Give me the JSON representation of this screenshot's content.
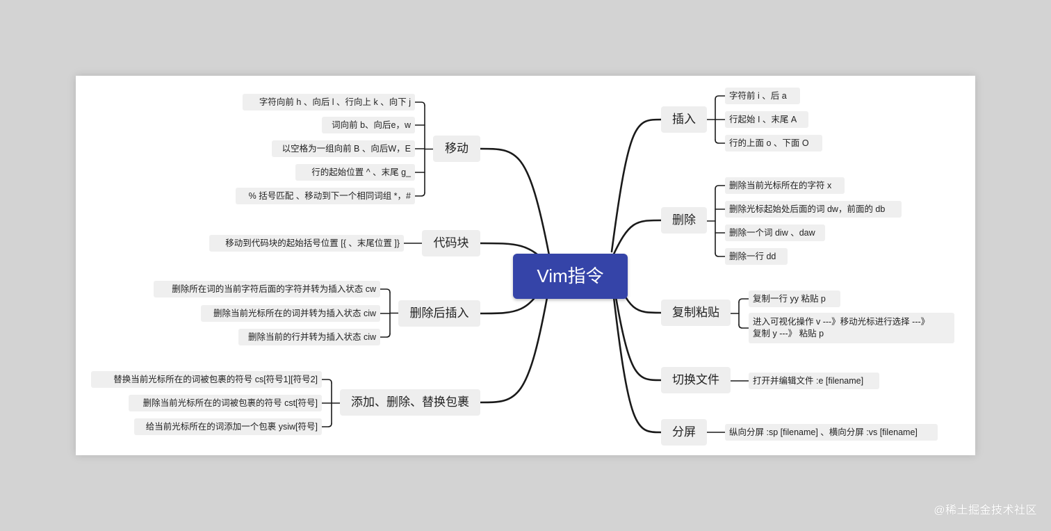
{
  "root": {
    "label": "Vim指令"
  },
  "right_branches": [
    {
      "label": "插入",
      "items": [
        "字符前  i 、后  a",
        "行起始  I 、末尾  A",
        "行的上面  o 、下面  O"
      ]
    },
    {
      "label": "删除",
      "items": [
        "删除当前光标所在的字符  x",
        "删除光标起始处后面的词  dw，前面的 db",
        "删除一个词 diw 、daw",
        "删除一行  dd"
      ]
    },
    {
      "label": "复制粘贴",
      "items": [
        "复制一行  yy  粘贴 p",
        [
          "进入可视化操作  v ---》移动光标进行选择 ---》",
          "复制 y ---》 粘贴  p"
        ]
      ]
    },
    {
      "label": "切换文件",
      "items": [
        "打开并编辑文件  :e [filename]"
      ]
    },
    {
      "label": "分屏",
      "items": [
        "纵向分屏 :sp [filename] 、横向分屏 :vs [filename]"
      ]
    }
  ],
  "left_branches": [
    {
      "label": "移动",
      "items": [
        "字符向前  h 、向后 l 、行向上 k 、向下 j",
        "词向前 b、向后e，w",
        "以空格为一组向前 B 、向后W，E",
        "行的起始位置  ^ 、末尾 g_",
        "% 括号匹配 、移动到下一个相同词组 *，#"
      ]
    },
    {
      "label": "代码块",
      "items": [
        "移动到代码块的起始括号位置 [{ 、末尾位置  ]}"
      ]
    },
    {
      "label": "删除后插入",
      "items": [
        "删除所在词的当前字符后面的字符并转为插入状态  cw",
        "删除当前光标所在的词并转为插入状态 ciw",
        "删除当前的行并转为插入状态 ciw"
      ]
    },
    {
      "label": "添加、删除、替换包裹",
      "items": [
        "替换当前光标所在的词被包裹的符号  cs[符号1][符号2]",
        "删除当前光标所在的词被包裹的符号 cst[符号]",
        "给当前光标所在的词添加一个包裹 ysiw[符号]"
      ]
    }
  ],
  "watermark": "@稀土掘金技术社区",
  "colors": {
    "background": "#d3d3d3",
    "canvas": "#ffffff",
    "root_fill": "#3544a8",
    "topic_fill": "#eeeeee",
    "line": "#1a1a1a"
  }
}
